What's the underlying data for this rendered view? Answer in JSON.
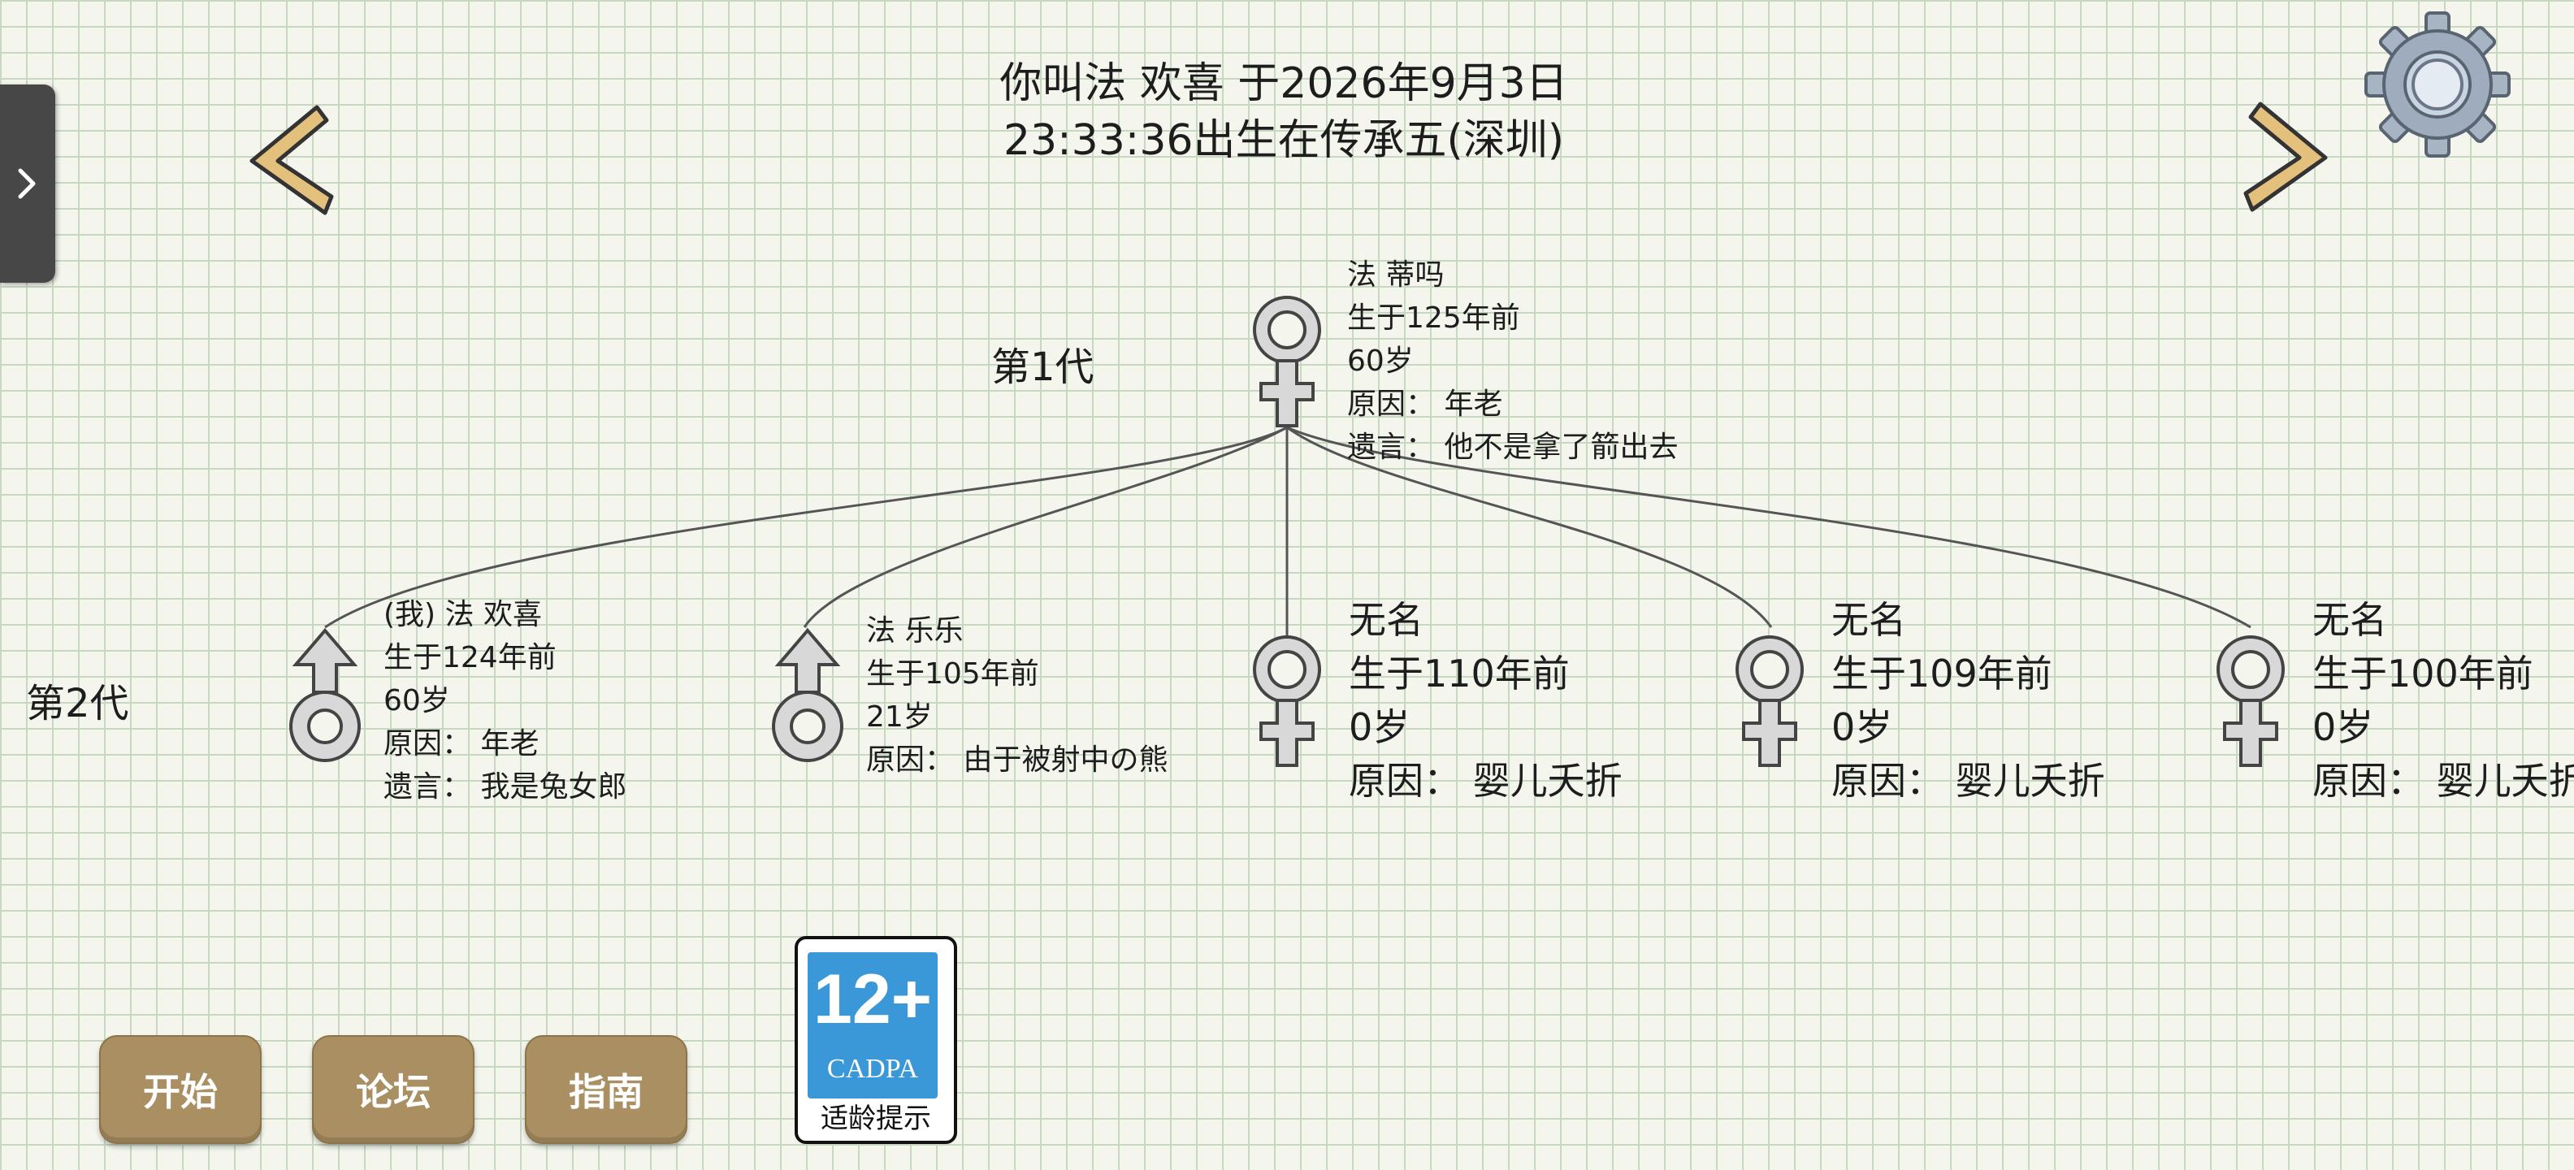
{
  "header": {
    "title_line1": "你叫法 欢喜 于2026年9月3日",
    "title_line2": "23:33:36出生在传承五(深圳)"
  },
  "nav": {
    "prev_icon": "left-chevron-boomerang-icon",
    "next_icon": "right-chevron-boomerang-icon",
    "settings_icon": "gear-icon",
    "side_tab_icon": "chevron-right-icon"
  },
  "generations": [
    {
      "label": "第1代",
      "members": [
        {
          "gender": "female",
          "lines": [
            "法 蒂吗",
            "生于125年前",
            "60岁",
            "原因：  年老",
            "遗言：  他不是拿了箭出去"
          ]
        }
      ]
    },
    {
      "label": "第2代",
      "members": [
        {
          "gender": "male",
          "lines": [
            "(我) 法 欢喜",
            "生于124年前",
            "60岁",
            "原因：  年老",
            "遗言：  我是兔女郎"
          ]
        },
        {
          "gender": "male",
          "lines": [
            "法 乐乐",
            "生于105年前",
            "21岁",
            "原因：  由于被射中の熊"
          ]
        },
        {
          "gender": "female",
          "lines": [
            "无名",
            "生于110年前",
            "0岁",
            "原因：  婴儿夭折"
          ]
        },
        {
          "gender": "female",
          "lines": [
            "无名",
            "生于109年前",
            "0岁",
            "原因：  婴儿夭折"
          ]
        },
        {
          "gender": "female",
          "lines": [
            "无名",
            "生于100年前",
            "0岁",
            "原因：  婴儿夭折"
          ]
        }
      ]
    }
  ],
  "buttons": {
    "start": "开始",
    "forum": "论坛",
    "guide": "指南"
  },
  "age_rating": {
    "value": "12+",
    "org": "CADPA",
    "label": "适龄提示"
  },
  "colors": {
    "button_bg": "#a98f62",
    "rating_blue": "#3a97d8",
    "side_tab": "#474747",
    "arrow_fill": "#e3c07c"
  }
}
